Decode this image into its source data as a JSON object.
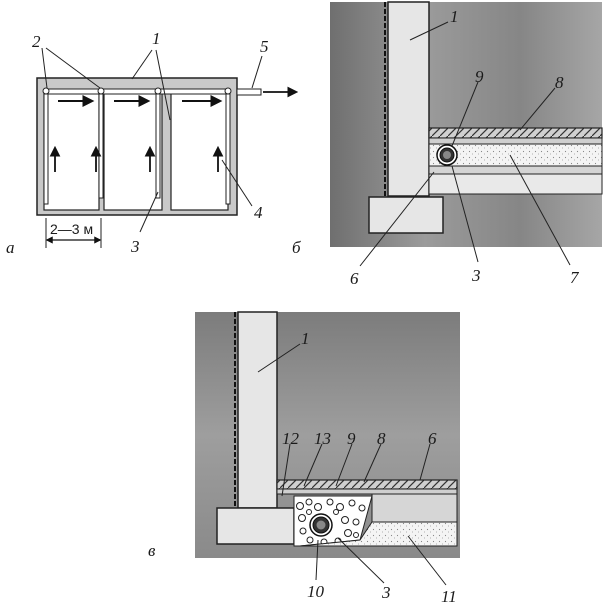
{
  "panels": {
    "a": {
      "letter": "а",
      "dimension": "2—3 м",
      "callouts": {
        "c1": "1",
        "c2": "2",
        "c3": "3",
        "c4": "4",
        "c5": "5"
      }
    },
    "b": {
      "letter": "б",
      "callouts": {
        "c1": "1",
        "c3": "3",
        "c6": "6",
        "c7": "7",
        "c8": "8",
        "c9": "9"
      }
    },
    "c": {
      "letter": "в",
      "callouts": {
        "c1": "1",
        "c3": "3",
        "c6": "6",
        "c8": "8",
        "c9": "9",
        "c10": "10",
        "c11": "11",
        "c12": "12",
        "c13": "13"
      }
    }
  }
}
